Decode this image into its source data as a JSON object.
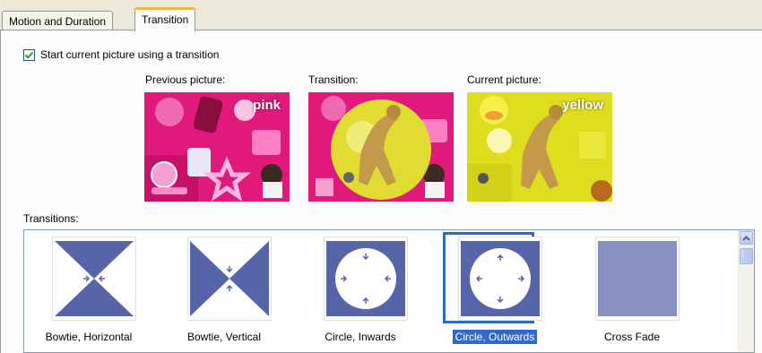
{
  "tabs": [
    {
      "label": "Motion and Duration"
    },
    {
      "label": "Transition"
    }
  ],
  "checkbox": {
    "label": "Start current picture using a transition",
    "checked": true
  },
  "pictures": {
    "previous": {
      "label": "Previous picture:",
      "overlay": "pink"
    },
    "transition": {
      "label": "Transition:"
    },
    "current": {
      "label": "Current picture:",
      "overlay": "yellow"
    }
  },
  "transitions_label": "Transitions:",
  "transitions": [
    {
      "name": "Bowtie, Horizontal",
      "icon": "bowtie-horizontal-icon"
    },
    {
      "name": "Bowtie, Vertical",
      "icon": "bowtie-vertical-icon"
    },
    {
      "name": "Circle, Inwards",
      "icon": "circle-inwards-icon"
    },
    {
      "name": "Circle, Outwards",
      "icon": "circle-outwards-icon",
      "selected": true
    },
    {
      "name": "Cross Fade",
      "icon": "cross-fade-icon"
    }
  ],
  "colors": {
    "accent": "#316ac5",
    "thumb_blue": "#5565a8",
    "tab_highlight": "#f7b43c",
    "pink": "#e0197b",
    "yellow": "#dede1e"
  }
}
